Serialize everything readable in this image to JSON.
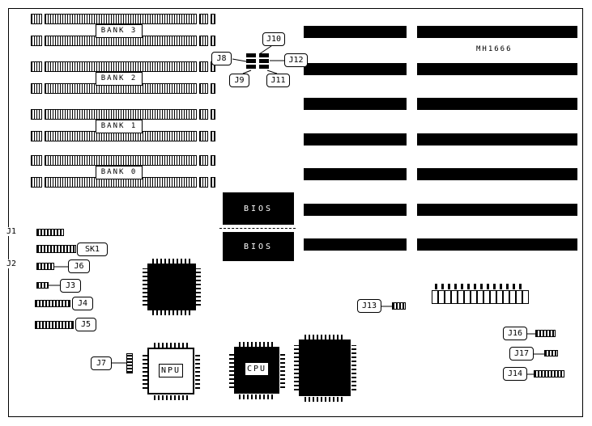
{
  "board": {
    "model": "MH1666",
    "colors": {
      "ink": "#000000",
      "background": "#ffffff"
    }
  },
  "memory": {
    "banks": [
      {
        "label": "BANK 3"
      },
      {
        "label": "BANK 2"
      },
      {
        "label": "BANK 1"
      },
      {
        "label": "BANK 0"
      }
    ]
  },
  "chips": {
    "bios_top": "BIOS",
    "bios_bottom": "BIOS",
    "npu": "NPU",
    "cpu": "CPU"
  },
  "jumpers": {
    "j1": "J1",
    "j2": "J2",
    "j3": "J3",
    "j4": "J4",
    "j5": "J5",
    "j6": "J6",
    "j7": "J7",
    "j8": "J8",
    "j9": "J9",
    "j10": "J10",
    "j11": "J11",
    "j12": "J12",
    "j13": "J13",
    "j14": "J14",
    "j16": "J16",
    "j17": "J17",
    "sk1": "SK1"
  }
}
